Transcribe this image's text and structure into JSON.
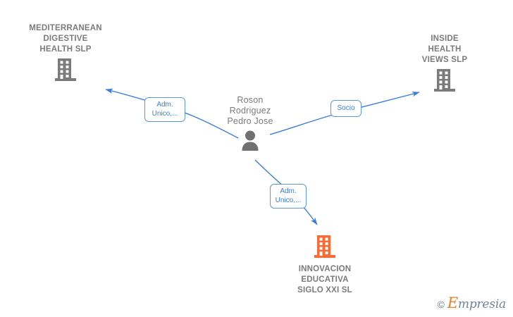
{
  "graph": {
    "background_color": "#ffffff",
    "node_color_company": "#7b7b7b",
    "node_color_highlight": "#fa6b35",
    "edge_color": "#3b7dd8",
    "label_border_color": "#5a9bd5",
    "nodes": [
      {
        "id": "mediterranean",
        "type": "company",
        "icon": "building-icon",
        "label": "MEDITERRANEAN\nDIGESTIVE\nHEALTH  SLP",
        "label_position": "above",
        "highlighted": false
      },
      {
        "id": "inside",
        "type": "company",
        "icon": "building-icon",
        "label": "INSIDE\nHEALTH\nVIEWS  SLP",
        "label_position": "above",
        "highlighted": false
      },
      {
        "id": "person",
        "type": "person",
        "icon": "person-icon",
        "label": "Roson\nRodriguez\nPedro Jose",
        "label_position": "above",
        "highlighted": false
      },
      {
        "id": "innovacion",
        "type": "company",
        "icon": "building-icon",
        "label": "INNOVACION\nEDUCATIVA\nSIGLO XXI  SL",
        "label_position": "below",
        "highlighted": true
      }
    ],
    "edges": [
      {
        "id": "edge-left",
        "from": "person",
        "to": "mediterranean",
        "label": "Adm.\nUnico,...",
        "direction": "to-target"
      },
      {
        "id": "edge-right",
        "from": "person",
        "to": "inside",
        "label": "Socio",
        "direction": "to-target"
      },
      {
        "id": "edge-down",
        "from": "person",
        "to": "innovacion",
        "label": "Adm.\nUnico,...",
        "direction": "to-target"
      }
    ]
  },
  "watermark": {
    "copyright": "©",
    "brand_initial": "E",
    "brand_rest": "mpresia"
  }
}
